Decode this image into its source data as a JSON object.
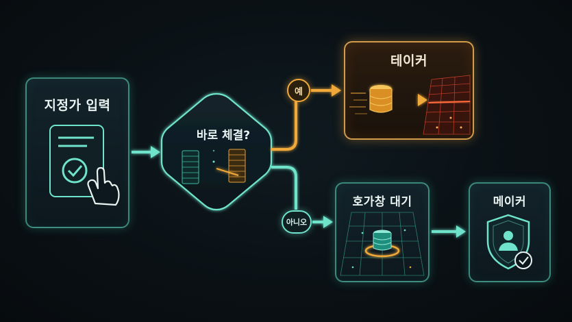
{
  "nodes": {
    "input": {
      "title": "지정가 입력"
    },
    "decision": {
      "title": "바로 체결?"
    },
    "taker": {
      "title": "테이커"
    },
    "queue": {
      "title": "호가창 대기"
    },
    "maker": {
      "title": "메이커"
    }
  },
  "branches": {
    "yes": "예",
    "no": "아니오"
  },
  "colors": {
    "accent_teal": "#6fe3cb",
    "accent_orange": "#f0a93a",
    "accent_red": "#e0442a",
    "background": "#0a1115"
  },
  "icons": {
    "input": "document-check-pointer-icon",
    "decision": "orderbook-match-icon",
    "taker": "database-arrow-orderbook-icon",
    "queue": "database-grid-icon",
    "maker": "shield-user-check-icon"
  }
}
